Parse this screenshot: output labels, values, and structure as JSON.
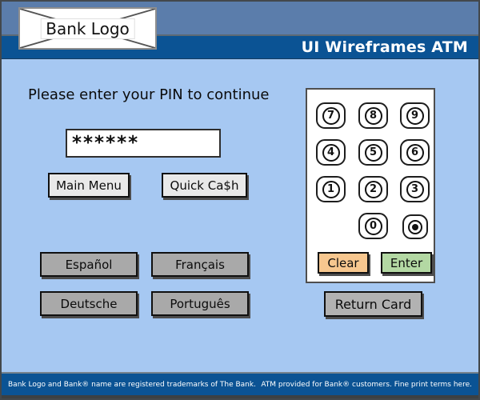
{
  "header": {
    "logo_label": "Bank Logo",
    "title": "UI Wireframes ATM"
  },
  "main": {
    "prompt": "Please enter your PIN to continue",
    "pin_value": "******",
    "main_menu": "Main Menu",
    "quick_cash": "Quick Ca$h",
    "languages": [
      "Español",
      "Français",
      "Deutsche",
      "Português"
    ],
    "return_card": "Return Card"
  },
  "keypad": {
    "keys": [
      [
        "7",
        "8",
        "9"
      ],
      [
        "4",
        "5",
        "6"
      ],
      [
        "1",
        "2",
        "3"
      ]
    ],
    "zero": "0",
    "dot": "•",
    "clear": "Clear",
    "enter": "Enter"
  },
  "footer": {
    "left": "Bank Logo and Bank® name are registered trademarks of The Bank.",
    "right": "ATM provided for Bank® customers. Fine print terms here."
  },
  "colors": {
    "top_band": "#5b7dab",
    "header_blue": "#0b5394",
    "background_blue": "#a6c8f2",
    "clear_orange": "#f7c78f",
    "enter_green": "#b3d8a3",
    "button_light_gray": "#e9e9e9",
    "button_gray": "#a9a9a9"
  }
}
